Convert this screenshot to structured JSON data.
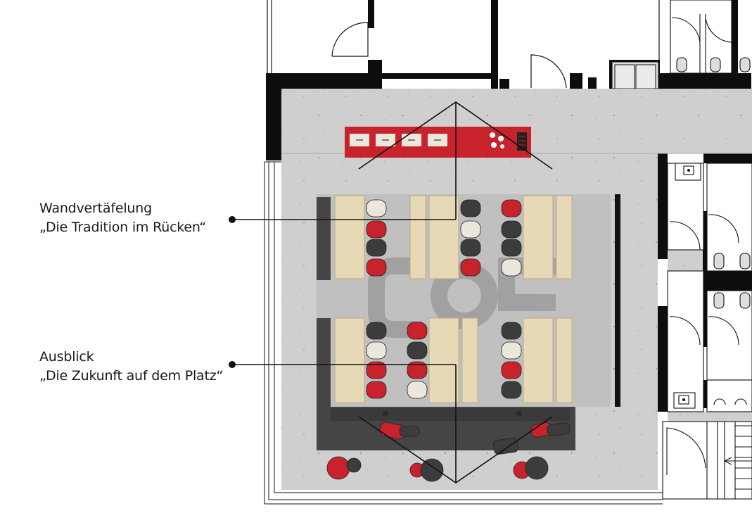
{
  "annotations": [
    {
      "title": "Wandvertäfelung",
      "subtitle": "„Die Tradition im Rücken“"
    },
    {
      "title": "Ausblick",
      "subtitle": "„Die Zukunft auf dem Platz“"
    }
  ],
  "colors": {
    "concrete": "#cfcfcf",
    "wall": "#0d0d0d",
    "red": "#c8232c",
    "dark_chair": "#3c3c3c",
    "cream_chair": "#ece7dc",
    "wood": "#e7d9b5",
    "bench": "#454545",
    "line": "#111111"
  },
  "icons": [
    "door-swing-icon",
    "toilet-icon",
    "sink-icon",
    "chair-icon",
    "stair-arrow-icon",
    "logo-watermark-icon"
  ]
}
